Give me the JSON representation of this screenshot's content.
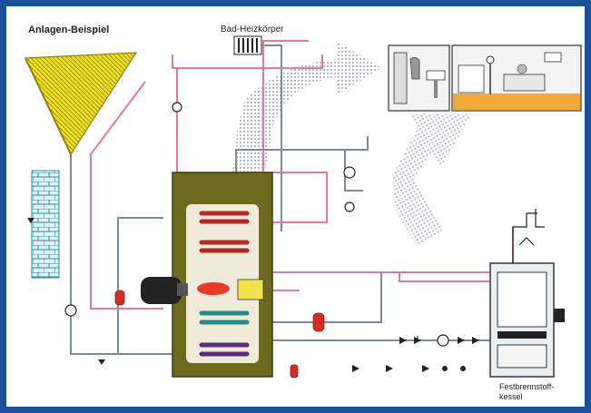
{
  "title": "Anlagen-Beispiel",
  "radiator_label": "Bad-Heizkörper",
  "boiler_label_line1": "Festbrennstoff-",
  "boiler_label_line2": "kessel",
  "colors": {
    "frame": "#1a4f9c",
    "heating_pipe": "#e07aa8",
    "cold_pipe": "#7d8a96",
    "tank_body": "#6d6a1e",
    "tank_inner": "#f0ead8",
    "coil_red": "#b42828",
    "coil_teal": "#2a8a8a",
    "coil_purple": "#5a2a80",
    "solar_collector": "#f0e020",
    "boiler_body": "#e8f0f4",
    "arrow_pattern": "#b8bcc4",
    "room_floor": "#f2a93b"
  },
  "icons": [
    "solar-collector-icon",
    "radiator-icon",
    "storage-tank-icon",
    "burner-icon",
    "expansion-vessel-icon",
    "pump-icon",
    "valve-icon",
    "solid-fuel-boiler-icon",
    "chimney-icon",
    "bathroom-icon",
    "living-room-icon",
    "heat-flow-arrow-icon",
    "wall-icon"
  ]
}
